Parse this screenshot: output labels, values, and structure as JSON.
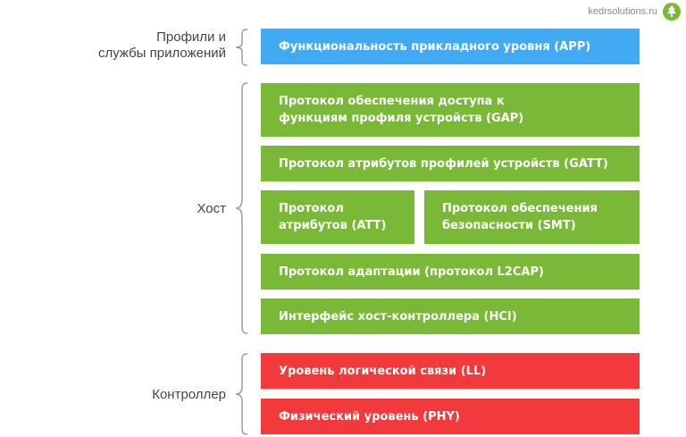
{
  "brand": {
    "text": "kedrsolutions.ru",
    "logo_icon": "tree-icon",
    "color": "#7ab937"
  },
  "colors": {
    "app": "#42aaf2",
    "host": "#7ab937",
    "controller": "#f2393b",
    "brace": "#9a9a9a"
  },
  "groups": {
    "profiles": {
      "label_line1": "Профили и",
      "label_line2": "службы приложений"
    },
    "host": {
      "label": "Хост"
    },
    "controller": {
      "label": "Контроллер"
    }
  },
  "blocks": {
    "app": {
      "text": "Функциональность прикладного уровня (APP)"
    },
    "gap": {
      "line1": "Протокол обеспечения доступа к",
      "line2": "функциям профиля устройств (GAP)"
    },
    "gatt": {
      "text": "Протокол атрибутов профилей устройств (GATT)"
    },
    "att": {
      "line1": "Протокол",
      "line2": "атрибутов (ATT)"
    },
    "smt": {
      "line1": "Протокол обеспечения",
      "line2": "безопасности (SMT)"
    },
    "l2cap": {
      "text": "Протокол адаптации (протокол L2CAP)"
    },
    "hci": {
      "text": "Интерфейс хост-контроллера (HCI)"
    },
    "ll": {
      "text": "Уровень логической связи (LL)"
    },
    "phy": {
      "text": "Физический уровень (PHY)"
    }
  }
}
